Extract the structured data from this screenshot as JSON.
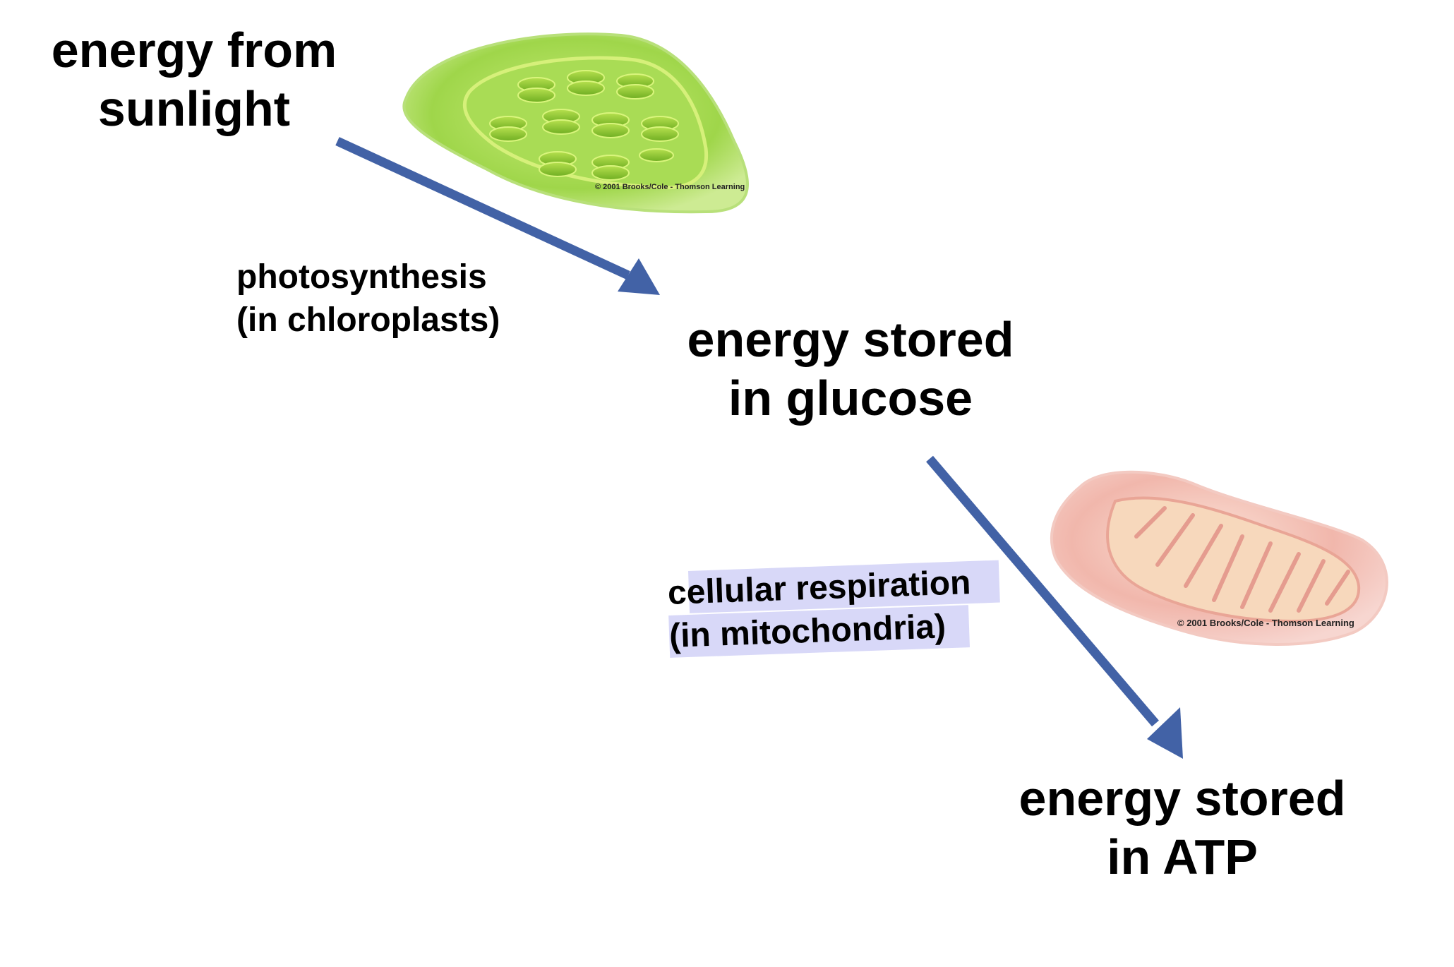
{
  "nodes": {
    "sunlight": [
      "energy from",
      "sunlight"
    ],
    "glucose": [
      "energy stored",
      "in glucose"
    ],
    "atp": [
      "energy stored",
      "in ATP"
    ]
  },
  "processes": {
    "photosynthesis": [
      "photosynthesis",
      "(in chloroplasts)"
    ],
    "respiration": [
      "cellular respiration",
      "(in mitochondria)"
    ]
  },
  "images": {
    "chloroplast_credit": "© 2001 Brooks/Cole - Thomson Learning",
    "mitochondrion_credit": "© 2001 Brooks/Cole - Thomson Learning"
  },
  "colors": {
    "arrow": "#4262a6",
    "highlight": "#d8d8f8",
    "chloroplast": "#9ed44a",
    "mitochondrion": "#f2b9b0"
  }
}
